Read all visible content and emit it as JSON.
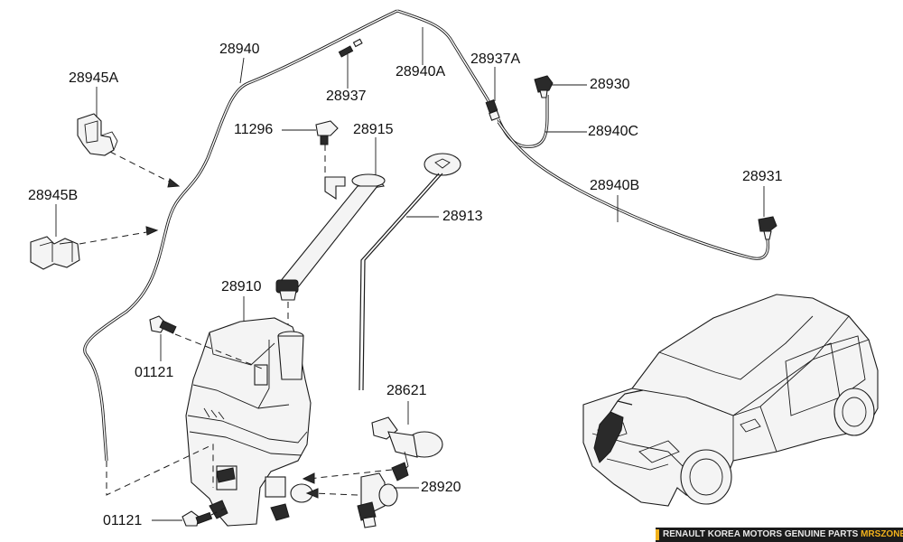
{
  "diagram": {
    "parts": [
      {
        "id": "28940",
        "label": "28940"
      },
      {
        "id": "28945A",
        "label": "28945A"
      },
      {
        "id": "28937",
        "label": "28937"
      },
      {
        "id": "28940A",
        "label": "28940A"
      },
      {
        "id": "28937A",
        "label": "28937A"
      },
      {
        "id": "28930",
        "label": "28930"
      },
      {
        "id": "11296",
        "label": "11296"
      },
      {
        "id": "28915",
        "label": "28915"
      },
      {
        "id": "28940C",
        "label": "28940C"
      },
      {
        "id": "28945B",
        "label": "28945B"
      },
      {
        "id": "28913",
        "label": "28913"
      },
      {
        "id": "28940B",
        "label": "28940B"
      },
      {
        "id": "28931",
        "label": "28931"
      },
      {
        "id": "28910",
        "label": "28910"
      },
      {
        "id": "01121_upper",
        "label": "01121"
      },
      {
        "id": "28621",
        "label": "28621"
      },
      {
        "id": "28920",
        "label": "28920"
      },
      {
        "id": "01121_lower",
        "label": "01121"
      }
    ]
  },
  "footer": {
    "text": "RENAULT KOREA MOTORS GENUINE PARTS",
    "accent": "MRSZONE",
    "accent_color": "#f2b21c",
    "background_color": "#1b1b1b"
  }
}
